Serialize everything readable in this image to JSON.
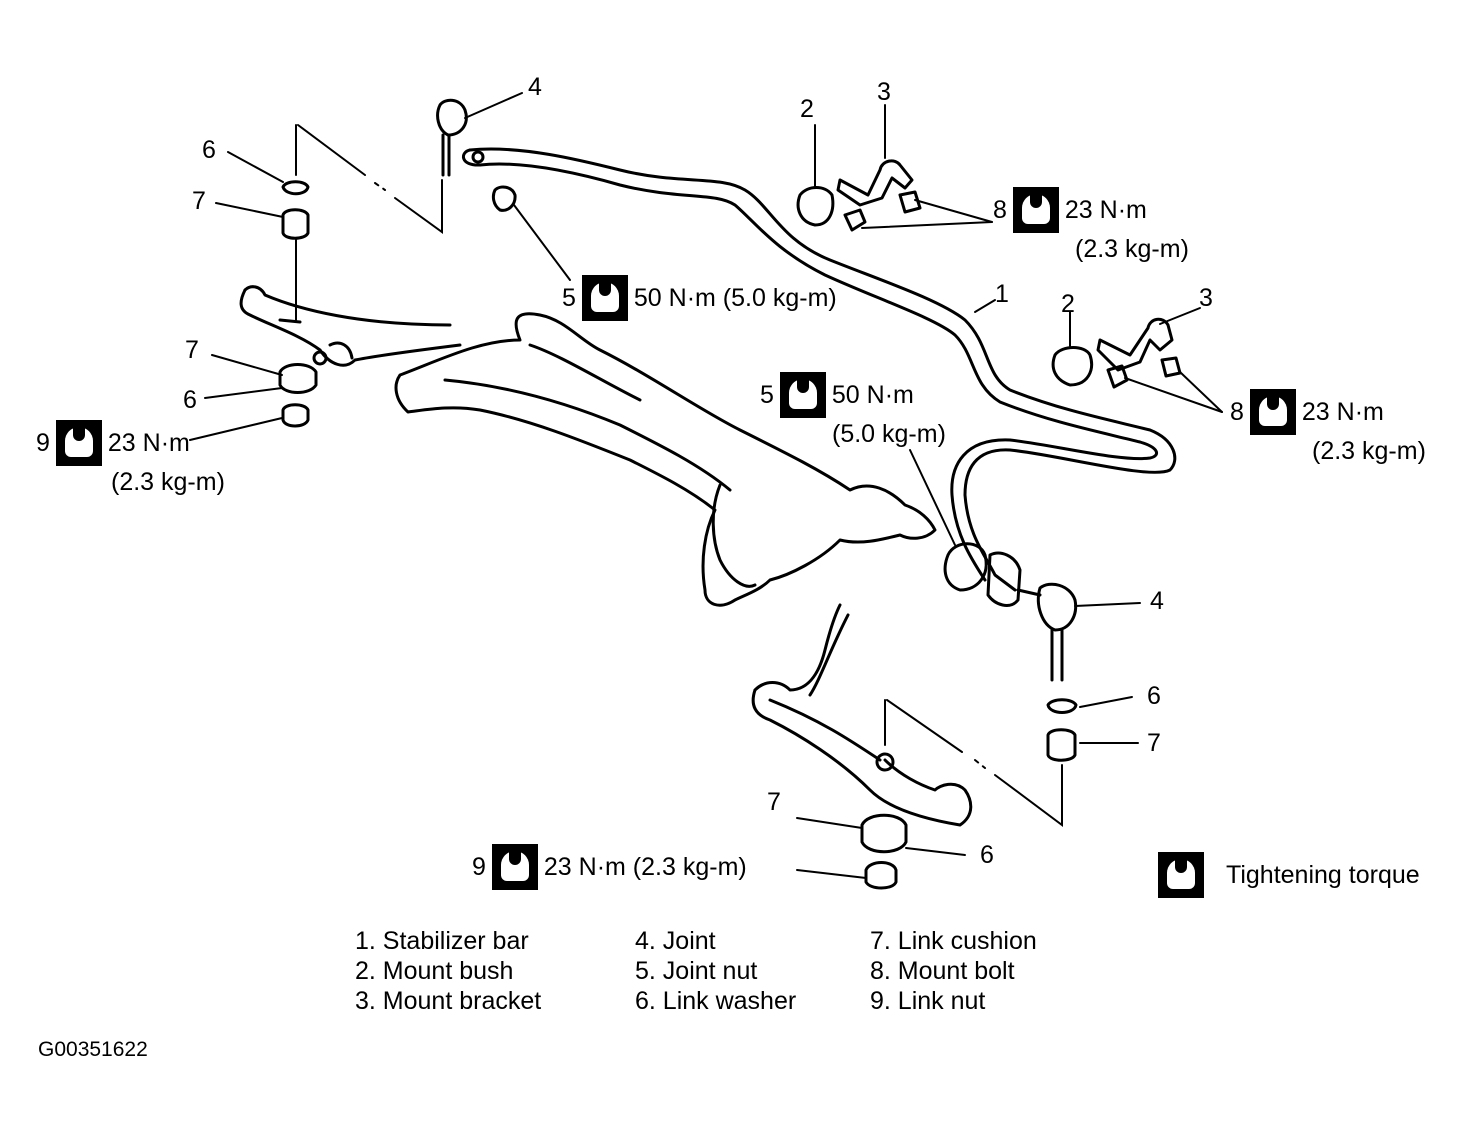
{
  "callouts": {
    "c4_top": "4",
    "c6_left": "6",
    "c7_left_upper": "7",
    "c7_left_lower": "7",
    "c6_left_lower": "6",
    "c2_upper": "2",
    "c3_upper": "3",
    "c1": "1",
    "c2_lower": "2",
    "c3_lower": "3",
    "c4_right": "4",
    "c6_right": "6",
    "c7_right": "7",
    "c7_bottom": "7",
    "c6_bottom": "6"
  },
  "torque_specs": {
    "upper_mount_bolt": {
      "num": "8",
      "line1": "23 N·m",
      "line2": "(2.3 kg-m)"
    },
    "lower_mount_bolt": {
      "num": "8",
      "line1": "23 N·m",
      "line2": "(2.3 kg-m)"
    },
    "left_joint_nut": {
      "num": "5",
      "line1": "50 N·m (5.0 kg-m)"
    },
    "right_joint_nut": {
      "num": "5",
      "line1": "50 N·m",
      "line2": "(5.0 kg-m)"
    },
    "left_link_nut": {
      "num": "9",
      "line1": "23 N·m",
      "line2": "(2.3 kg-m)"
    },
    "bottom_link_nut": {
      "num": "9",
      "line1": "23 N·m (2.3 kg-m)"
    }
  },
  "legend": {
    "items": [
      "1.  Stabilizer bar",
      "2.  Mount bush",
      "3.  Mount bracket",
      "4.  Joint",
      "5.  Joint nut",
      "6.  Link washer",
      "7.  Link cushion",
      "8.  Mount bolt",
      "9.  Link nut"
    ]
  },
  "torque_key_label": "Tightening torque",
  "figure_code": "G00351622",
  "icons": {
    "torque": "torque-wrench-icon"
  }
}
